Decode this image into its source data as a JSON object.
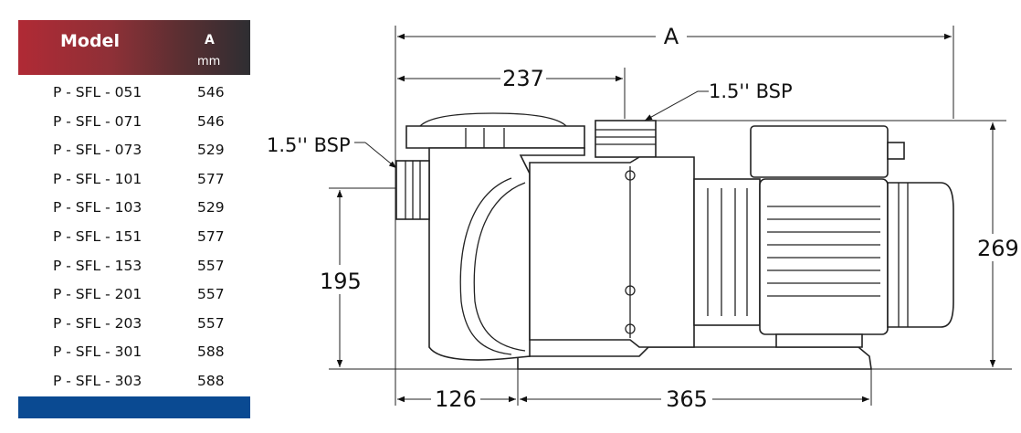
{
  "table": {
    "header_model": "Model",
    "header_a": "A",
    "header_unit": "mm",
    "rows": [
      {
        "model": "P - SFL - 051",
        "a": "546"
      },
      {
        "model": "P - SFL - 071",
        "a": "546"
      },
      {
        "model": "P - SFL - 073",
        "a": "529"
      },
      {
        "model": "P - SFL - 101",
        "a": "577"
      },
      {
        "model": "P - SFL - 103",
        "a": "529"
      },
      {
        "model": "P - SFL - 151",
        "a": "577"
      },
      {
        "model": "P - SFL - 153",
        "a": "557"
      },
      {
        "model": "P - SFL - 201",
        "a": "557"
      },
      {
        "model": "P - SFL - 203",
        "a": "557"
      },
      {
        "model": "P - SFL - 301",
        "a": "588"
      },
      {
        "model": "P - SFL - 303",
        "a": "588"
      }
    ]
  },
  "dimensions": {
    "overall": "A",
    "inlet_offset": "237",
    "top_port": "1.5'' BSP",
    "side_port": "1.5'' BSP",
    "height": "269",
    "inlet_height": "195",
    "base_front": "126",
    "base_length": "365"
  },
  "colors": {
    "header_red": "#b02a35",
    "header_dark": "#2e2e32",
    "footer_blue": "#0a4a92"
  }
}
